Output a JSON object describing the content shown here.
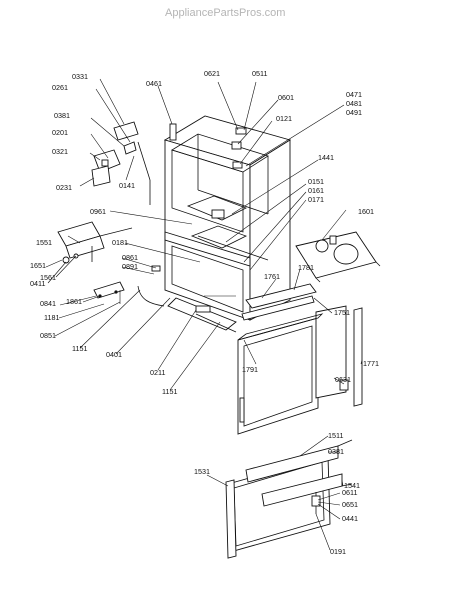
{
  "watermark": "AppliancePartsPros.com",
  "callouts": [
    "0331",
    "0261",
    "0381",
    "0201",
    "0321",
    "0231",
    "0141",
    "0461",
    "0621",
    "0511",
    "0601",
    "0121",
    "0471",
    "0481",
    "0491",
    "1441",
    "0151",
    "0161",
    "0171",
    "0961",
    "0181",
    "1601",
    "1551",
    "0861",
    "0891",
    "1651",
    "1561",
    "0411",
    "0841",
    "1861",
    "1181",
    "0851",
    "1151",
    "0401",
    "0211",
    "1151",
    "1761",
    "1781",
    "1751",
    "1791",
    "1771",
    "0631",
    "1511",
    "0381",
    "1541",
    "1531",
    "0611",
    "0651",
    "0441",
    "0191"
  ]
}
